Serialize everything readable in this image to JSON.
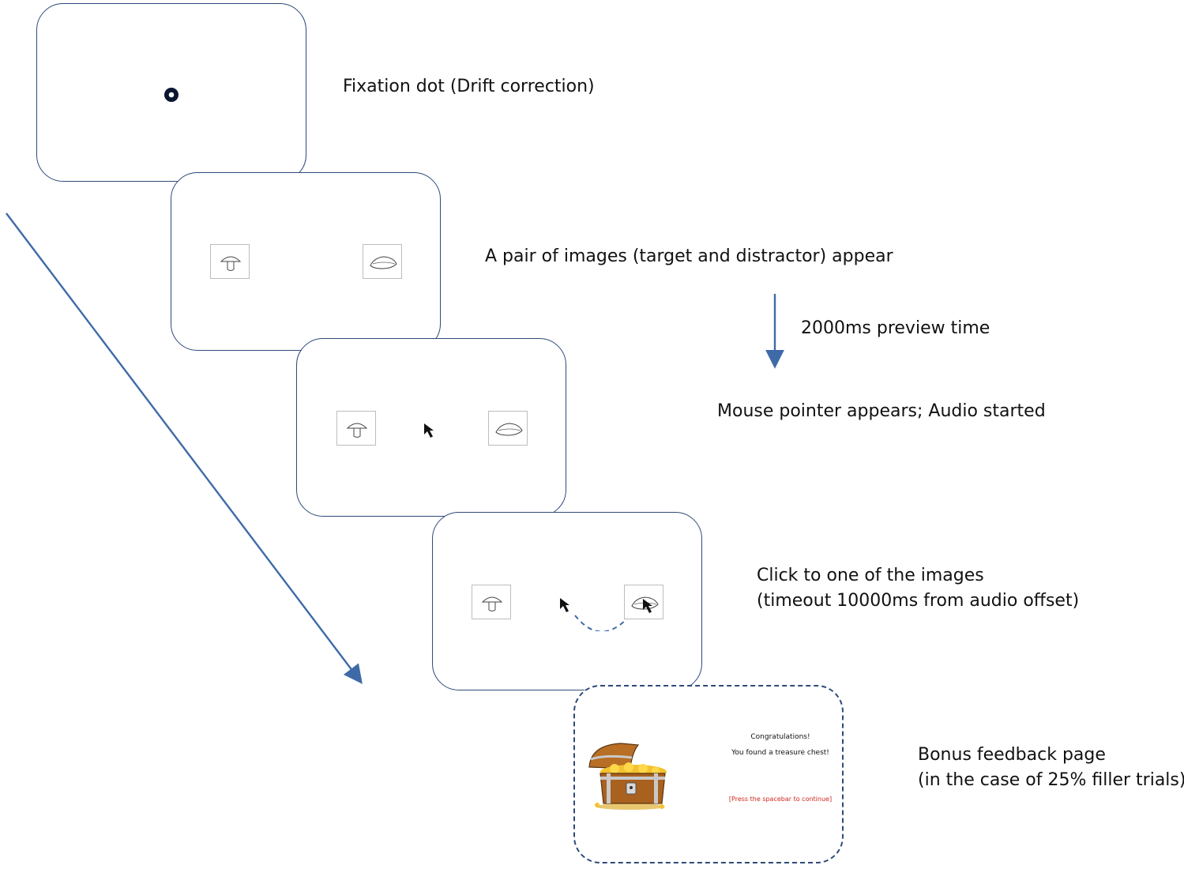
{
  "labels": {
    "fixation": "Fixation dot (Drift correction)",
    "pair": "A pair of images (target and distractor) appear",
    "preview": "2000ms preview time",
    "pointer": "Mouse pointer appears; Audio started",
    "click_line1": "Click to one of the images",
    "click_line2": "(timeout 10000ms from audio offset)",
    "bonus_line1": "Bonus feedback page",
    "bonus_line2": "(in the case of 25% filler trials)"
  },
  "feedback": {
    "congrats": "Congratulations!",
    "found": "You found a treasure chest!",
    "press": "[Press the spacebar to continue]"
  },
  "icons": {
    "target": "mushroom-icon",
    "distractor": "cushion-icon",
    "pointer": "mouse-pointer-icon",
    "chest": "treasure-chest-icon"
  },
  "colors": {
    "frame": "#2f4a7a",
    "arrow": "#3e6aa8",
    "press_text": "#d0271d"
  }
}
